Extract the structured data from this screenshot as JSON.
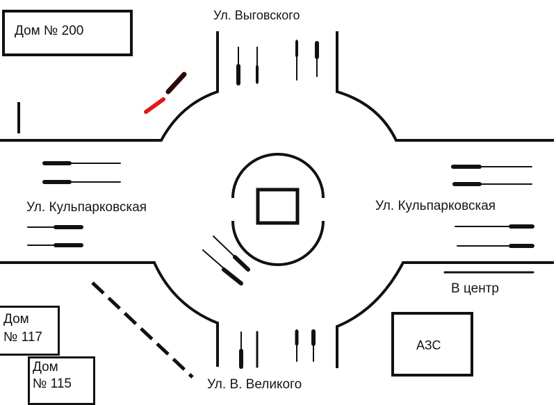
{
  "streets": {
    "north": "Ул. Выговского",
    "west": "Ул. Кульпарковская",
    "east": "Ул. Кульпарковская",
    "south": "Ул. В. Великого"
  },
  "direction_label": "В центр",
  "buildings": {
    "house_200": "Дом № 200",
    "house_117_line1": "Дом",
    "house_117_line2": "№ 117",
    "house_115_line1": "Дом",
    "house_115_line2": "№ 115",
    "gas_station": "АЗС"
  },
  "colors": {
    "line": "#111111",
    "pedestrian_red": "#e01818"
  }
}
